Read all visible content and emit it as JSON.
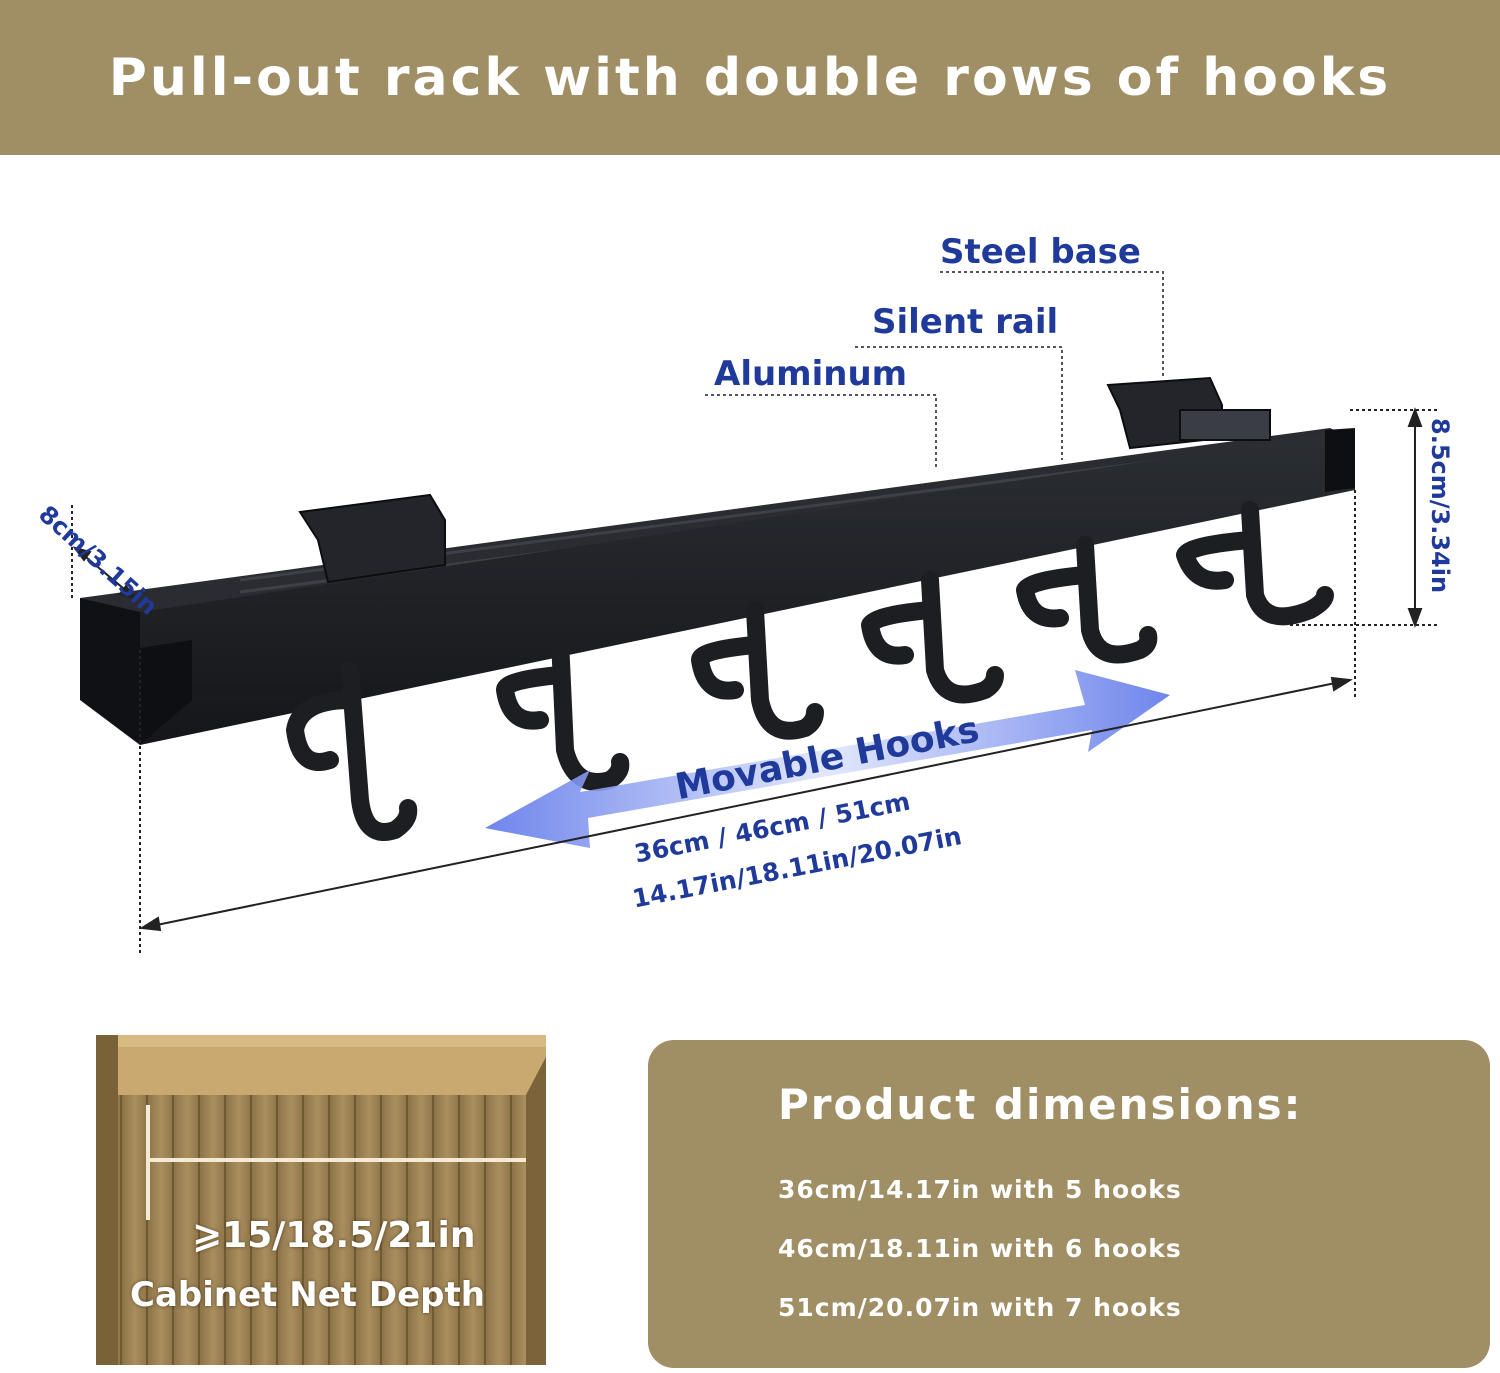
{
  "colors": {
    "banner_bg": "#a08e64",
    "panel_bg": "#a08e64",
    "label_blue": "#1f3a9a",
    "arrow_blue": "#6f86ee",
    "rack_black": "#1c1e22",
    "wood_light": "#b79a6a",
    "wood_dark": "#8a7045"
  },
  "banner": {
    "title": "Pull-out rack with double rows of hooks"
  },
  "callouts": {
    "steel_base": "Steel base",
    "silent_rail": "Silent rail",
    "aluminum": "Aluminum"
  },
  "dimensions": {
    "width_label": "8cm/3.15in",
    "height_label": "8.5cm/3.34in",
    "movable_hooks": "Movable Hooks",
    "length_cm": "36cm / 46cm / 51cm",
    "length_in": "14.17in/18.11in/20.07in"
  },
  "icons": {
    "double_arrow": "double-headed-arrow-icon",
    "hook": "hook-icon"
  },
  "cabinet": {
    "depth_value": "⩾15/18.5/21in",
    "depth_label": "Cabinet Net Depth"
  },
  "product_dimensions": {
    "heading": "Product dimensions:",
    "lines": [
      "36cm/14.17in with 5 hooks",
      "46cm/18.11in with 6 hooks",
      "51cm/20.07in with 7 hooks"
    ]
  }
}
